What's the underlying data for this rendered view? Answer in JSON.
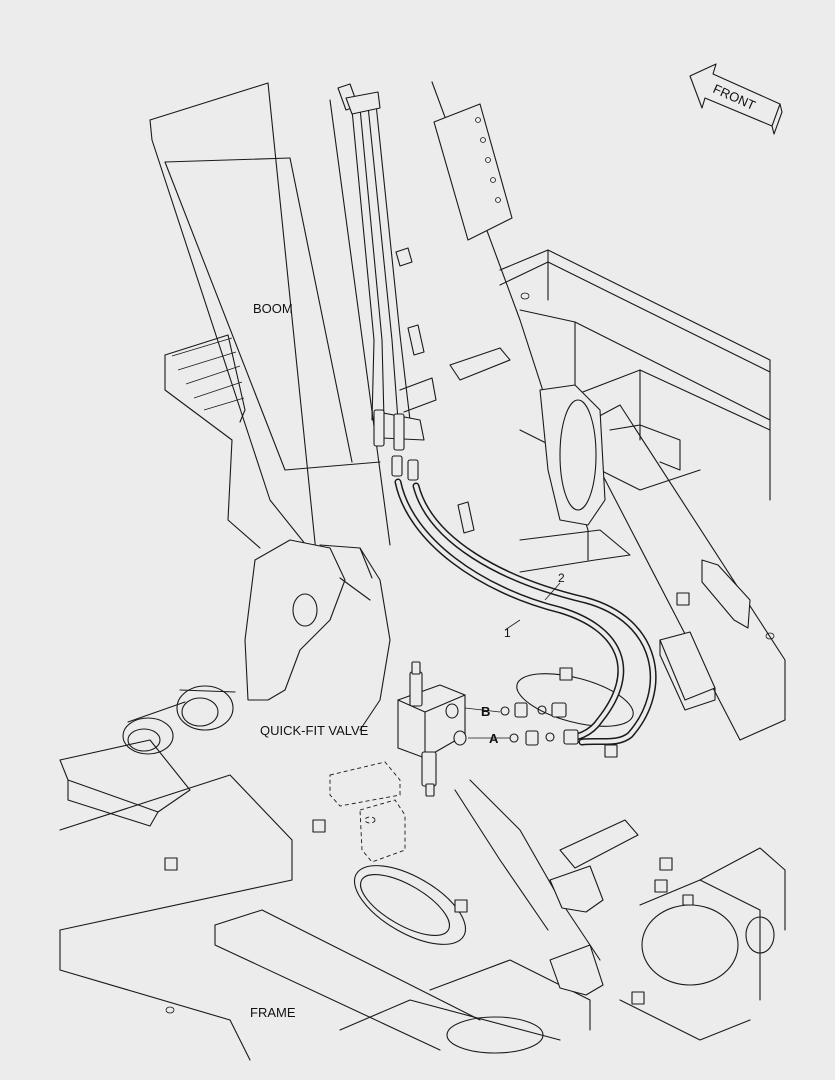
{
  "labels": {
    "boom": "BOOM",
    "quick_fit_valve": "QUICK-FIT VALVE",
    "frame": "FRAME",
    "front": "FRONT",
    "port_a": "A",
    "port_b": "B",
    "callout_1": "1",
    "callout_2": "2"
  }
}
